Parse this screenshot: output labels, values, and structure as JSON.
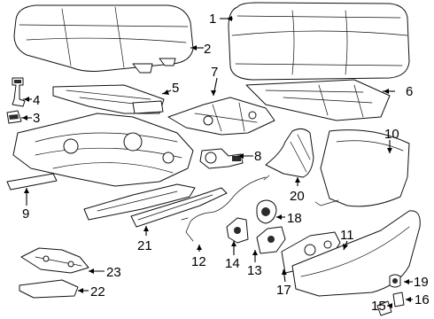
{
  "callouts": {
    "c1": "1",
    "c2": "2",
    "c3": "3",
    "c4": "4",
    "c5": "5",
    "c6": "6",
    "c7": "7",
    "c8": "8",
    "c9": "9",
    "c10": "10",
    "c11": "11",
    "c12": "12",
    "c13": "13",
    "c14": "14",
    "c15": "15",
    "c16": "16",
    "c17": "17",
    "c18": "18",
    "c19": "19",
    "c20": "20",
    "c21": "21",
    "c22": "22",
    "c23": "23"
  },
  "colors": {
    "line": "#111111",
    "background": "#ffffff",
    "callout": "#000000"
  }
}
